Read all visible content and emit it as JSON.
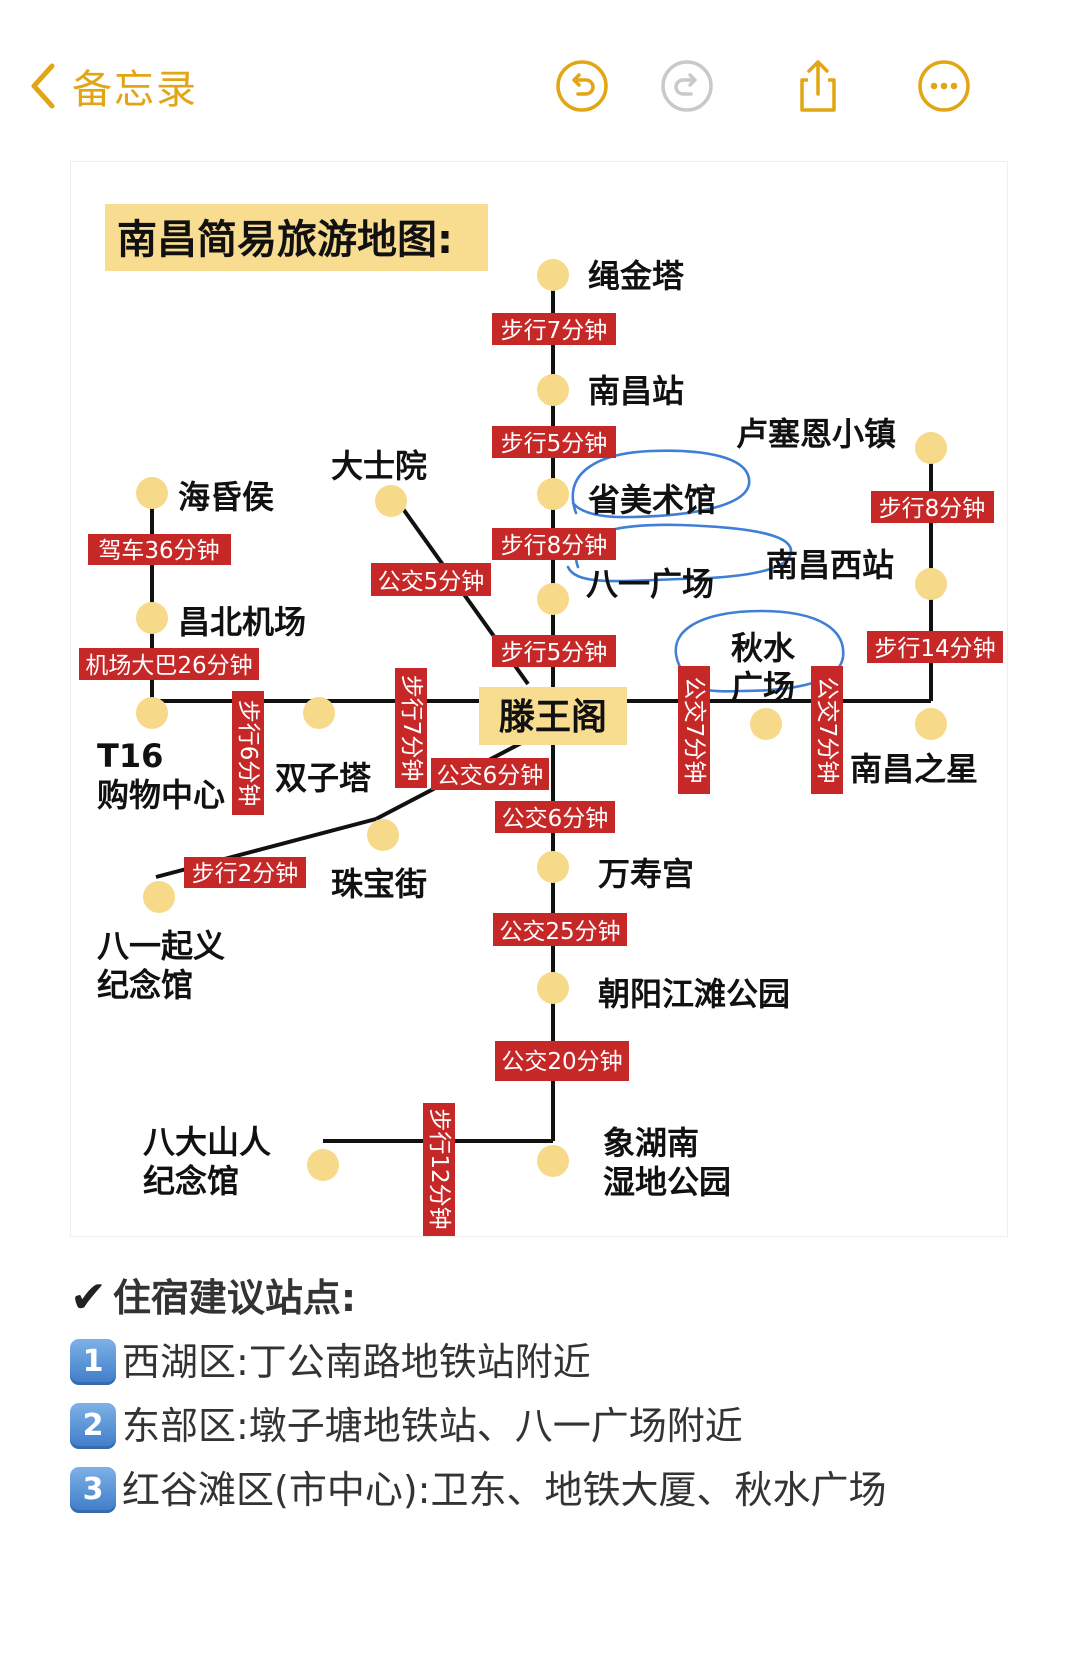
{
  "nav": {
    "back_label": "备忘录",
    "icons": [
      "undo-icon",
      "redo-icon",
      "share-icon",
      "more-icon"
    ],
    "accent_color": "#e2a614"
  },
  "map": {
    "title": "南昌简易旅游地图:",
    "stations": {
      "shengjinta": "绳金塔",
      "nanchang_station": "南昌站",
      "meishuguan": "省美术馆",
      "bayi_square": "八一广场",
      "tengwangge": "滕王阁",
      "wanshougong": "万寿宫",
      "chaoyang": "朝阳江滩公园",
      "xianghu_1": "象湖南",
      "xianghu_2": "湿地公园",
      "badashanren_1": "八大山人",
      "badashanren_2": "纪念馆",
      "dashiyuan": "大士院",
      "haihunhou": "海昏侯",
      "changbei": "昌北机场",
      "t16_1": "T16",
      "t16_2": "购物中心",
      "shuangzita": "双子塔",
      "zhubaojie": "珠宝街",
      "bayi_qiyi_1": "八一起义",
      "bayi_qiyi_2": "纪念馆",
      "lusaien": "卢塞恩小镇",
      "nanchang_west": "南昌西站",
      "nanchang_star": "南昌之星",
      "qiushui_1": "秋水",
      "qiushui_2": "广场"
    },
    "routes": {
      "walk7": "步行7分钟",
      "walk5a": "步行5分钟",
      "walk8a": "步行8分钟",
      "walk5b": "步行5分钟",
      "bus6a": "公交6分钟",
      "bus6b": "公交6分钟",
      "bus25": "公交25分钟",
      "bus20": "公交20分钟",
      "walk12": "步行12分钟",
      "bus5": "公交5分钟",
      "drive36": "驾车36分钟",
      "airport26": "机场大巴26分钟",
      "walk6": "步行6分钟",
      "walk7b": "步行7分钟",
      "walk2": "步行2分钟",
      "walk8b": "步行8分钟",
      "walk14": "步行14分钟",
      "bus7a": "公交7分钟",
      "bus7b": "公交7分钟"
    },
    "colors": {
      "station": "#f7d98a",
      "line": "#111111",
      "label_bg": "#c62828",
      "title_bg": "#f8dc8f",
      "annotation": "#3f7fd6"
    }
  },
  "notes": {
    "header": "住宿建议站点:",
    "items": [
      {
        "num": "1",
        "text": "西湖区:丁公南路地铁站附近"
      },
      {
        "num": "2",
        "text": "东部区:墩子塘地铁站、八一广场附近"
      },
      {
        "num": "3",
        "text": "红谷滩区(市中心):卫东、地铁大厦、秋水广场"
      }
    ]
  }
}
